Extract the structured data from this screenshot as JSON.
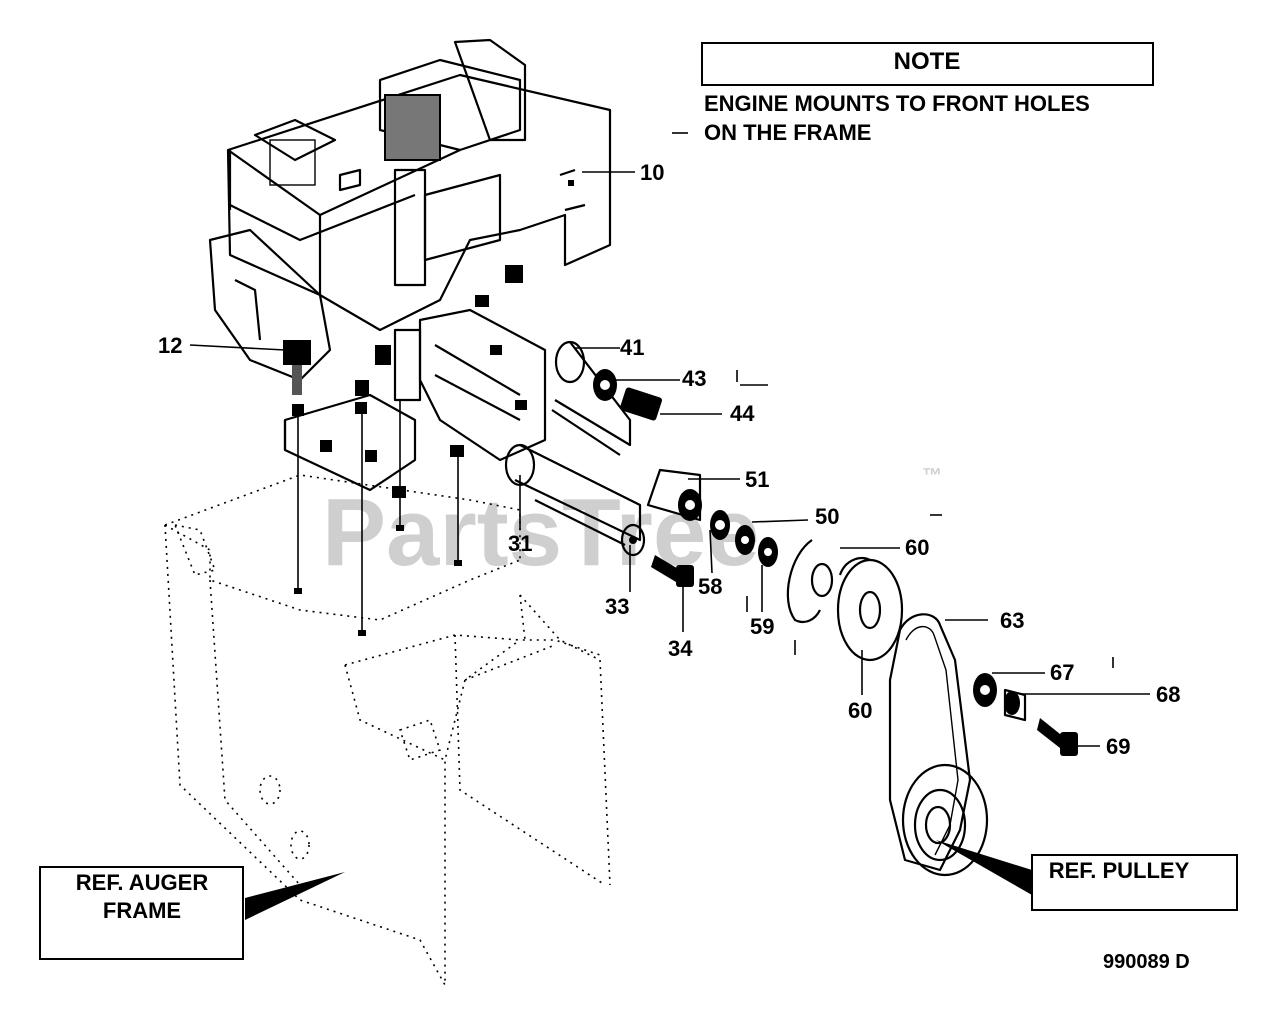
{
  "note": {
    "title": "NOTE",
    "lines": [
      "ENGINE MOUNTS TO FRONT HOLES",
      "ON THE FRAME"
    ]
  },
  "ref_boxes": {
    "auger_frame": [
      "REF. AUGER",
      "FRAME"
    ],
    "pulley": "REF. PULLEY"
  },
  "part_labels": {
    "p10": "10",
    "p12": "12",
    "p41": "41",
    "p43": "43",
    "p44": "44",
    "p51": "51",
    "p50": "50",
    "p31": "31",
    "p58": "58",
    "p60a": "60",
    "p60b": "60",
    "p33": "33",
    "p34": "34",
    "p59": "59",
    "p63": "63",
    "p67": "67",
    "p68": "68",
    "p69": "69"
  },
  "watermark": {
    "text": "PartsTree",
    "tm": "™"
  },
  "diagram_code": "990089 D"
}
